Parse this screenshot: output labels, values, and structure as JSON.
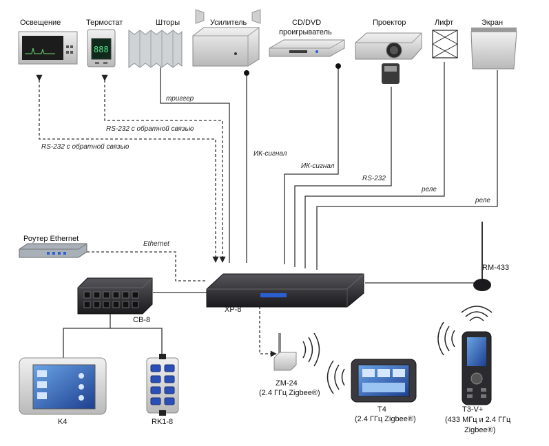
{
  "devices": {
    "lighting": "Освещение",
    "thermostat": "Термостат",
    "curtains": "Шторы",
    "amplifier": "Усилитель",
    "cd_dvd_line1": "CD/DVD",
    "cd_dvd_line2": "проигрыватель",
    "projector": "Проектор",
    "lift": "Лифт",
    "screen": "Экран",
    "router": "Роутер Ethernet",
    "xp8": "XP-8",
    "cb8": "CB-8",
    "k4": "K4",
    "rk18": "RK1-8",
    "zm24_line1": "ZM-24",
    "zm24_line2": "(2.4 ГГц Zigbee®)",
    "t4_line1": "T4",
    "t4_line2": "(2.4 ГГц Zigbee®)",
    "t3v_line1": "T3-V+",
    "t3v_line2": "(433 МГц и 2.4 ГГц",
    "t3v_line3": "Zigbee®)",
    "rm433": "RM-433"
  },
  "connections": {
    "trigger": "триггер",
    "rs232_fb_thermostat": "RS-232 с обратной связью",
    "rs232_fb_lighting": "RS-232 с обратной связью",
    "ir_amp": "ИК-сигнал",
    "ir_dvd": "ИК-сигнал",
    "rs232_projector": "RS-232",
    "relay_lift": "реле",
    "relay_screen": "реле",
    "ethernet": "Ethernet"
  },
  "colors": {
    "wire": "#333333",
    "hub_body": "#2a2a2e",
    "display_blue": "#2b5fd0",
    "keypad_button": "#2b4fb8",
    "lcd_green": "#58e08a"
  }
}
